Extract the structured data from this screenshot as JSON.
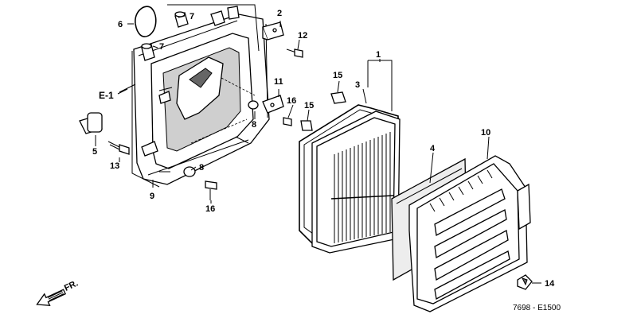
{
  "labels": {
    "p1": "1",
    "p2": "2",
    "p3": "3",
    "p4": "4",
    "p5": "5",
    "p6": "6",
    "p7a": "7",
    "p7b": "7",
    "p8a": "8",
    "p8b": "8",
    "p9": "9",
    "p10": "10",
    "p11": "11",
    "p12": "12",
    "p13": "13",
    "p14": "14",
    "p15a": "15",
    "p15b": "15",
    "p16a": "16",
    "p16b": "16"
  },
  "ref_marker": "E-1",
  "direction_marker": "FR.",
  "diagram_code": "7698 - E1500"
}
